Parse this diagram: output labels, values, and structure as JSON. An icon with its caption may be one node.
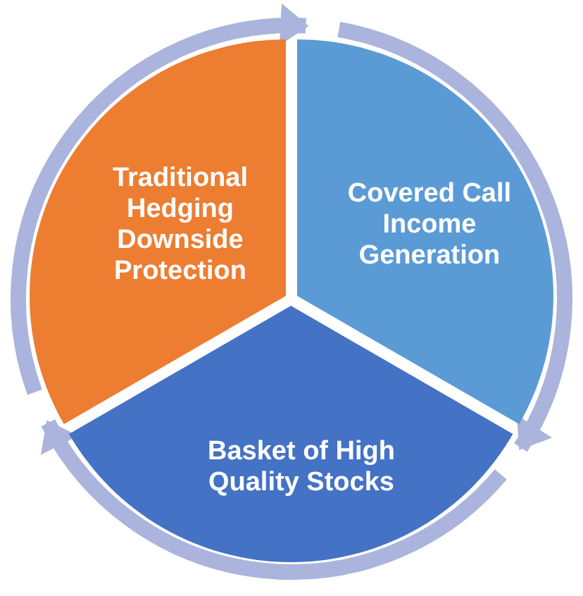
{
  "diagram": {
    "nodes": [
      {
        "text": [
          "Traditional Hedging Downside Protection"
        ]
      },
      {
        "text": [
          "Covered Call Income Generation"
        ]
      },
      {
        "text": [
          "Basket of High Quality Stocks"
        ]
      }
    ],
    "edges": [
      {
        "from": 0,
        "to": 1,
        "arrow": "to"
      },
      {
        "from": 1,
        "to": 2,
        "arrow": "to"
      },
      {
        "from": 2,
        "to": 0,
        "arrow": "to"
      }
    ]
  }
}
